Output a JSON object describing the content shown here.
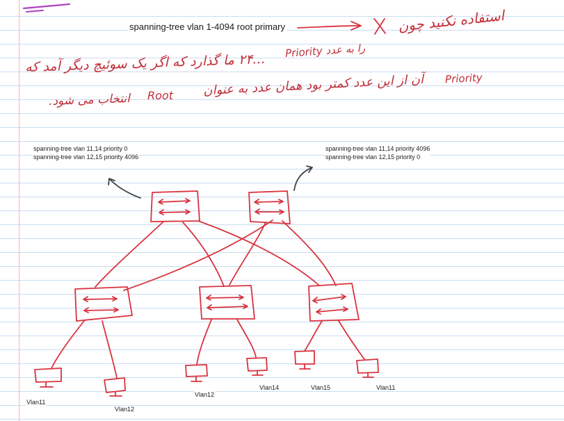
{
  "command": "spanning-tree vlan 1-4094 root primary",
  "handwritten": {
    "do_not_use": "استفاده نکنید چون",
    "line1": "...۲۴ ما گذارد که اگر یک سوئیچ دیگر آمد که",
    "line1_word": "Priority را به عدد",
    "line2_a": "آن از این عدد کمتر بود همان عدد به عنوان",
    "line2_word1": "Priority",
    "line2_word2": "Root",
    "line2_b": "انتخاب می شود."
  },
  "root_left_config": [
    "spanning-tree vlan 11,14 priority 0",
    "spanning-tree vlan 12,15 priority 4096"
  ],
  "root_right_config": [
    "spanning-tree vlan 11,14 priority 4096",
    "spanning-tree vlan 12,15 priority 0"
  ],
  "vlan_labels": {
    "a": "Vlan11",
    "b": "Vlan12",
    "c": "Vlan12",
    "d": "Vlan14",
    "e": "Vlan15",
    "f": "Vlan11"
  },
  "colors": {
    "ink": "#d9323e",
    "pencil": "#444444"
  }
}
